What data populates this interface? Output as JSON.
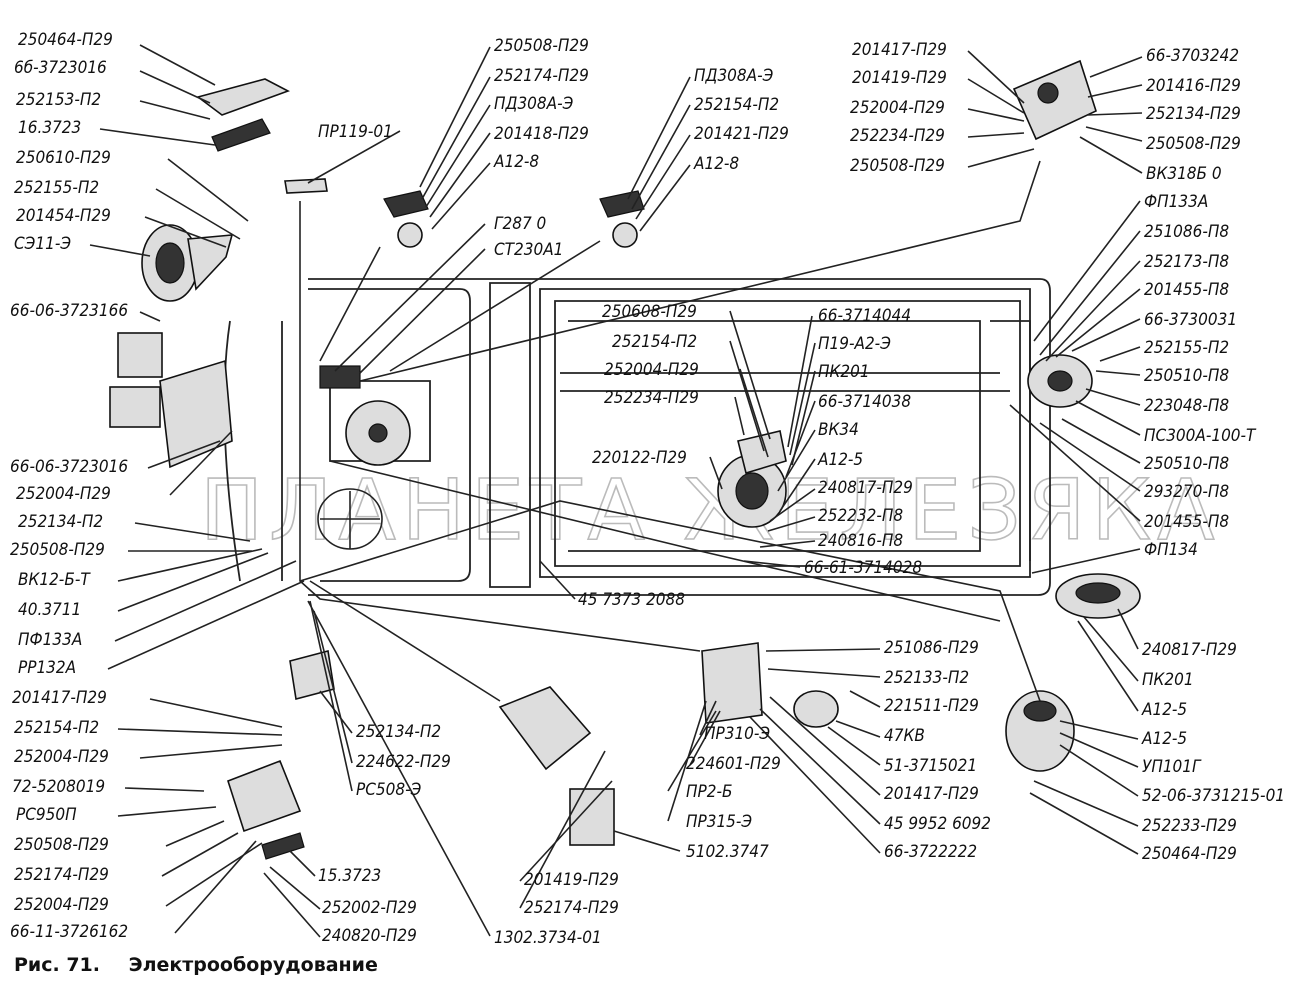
{
  "caption": {
    "number": "Рис.  71.",
    "title": "Электрооборудование"
  },
  "watermark": "ПЛАНЕТА ЖЕЛЕЗЯКА",
  "labels": [
    "250464-П29",
    "6б-3723016",
    "252153-П2",
    "16.3723",
    "250610-П29",
    "252155-П2",
    "201454-П29",
    "СЭ11-Э",
    "66-06-3723166",
    "66-06-3723016",
    "252004-П29",
    "252134-П2",
    "250508-П29",
    "ВК12-Б-Т",
    "40.3711",
    "ПФ133А",
    "РР132А",
    "201417-П29",
    "252154-П2",
    "252004-П29",
    "72-5208019",
    "РС950П",
    "250508-П29",
    "252174-П29",
    "252004-П29",
    "66-11-3726162",
    "ПР119-01",
    "250508-П29",
    "252174-П29",
    "ПД308А-Э",
    "201418-П29",
    "А12-8",
    "Г287 0",
    "СТ230А1",
    "ПД308А-Э",
    "252154-П2",
    "201421-П29",
    "А12-8",
    "201417-П29",
    "201419-П29",
    "252004-П29",
    "252234-П29",
    "250508-П29",
    "66-3703242",
    "201416-П29",
    "252134-П29",
    "250508-П29",
    "ВК318Б 0",
    "ФП133А",
    "251086-П8",
    "252173-П8",
    "201455-П8",
    "66-3730031",
    "252155-П2",
    "250510-П8",
    "223048-П8",
    "ПС300А-100-Т",
    "250510-П8",
    "293270-П8",
    "201455-П8",
    "ФП134",
    "250608-П29",
    "252154-П2",
    "252004-П29",
    "252234-П29",
    "220122-П29",
    "66-3714044",
    "П19-А2-Э",
    "ПК201",
    "66-3714038",
    "ВК34",
    "А12-5",
    "240817-П29",
    "252232-П8",
    "240816-П8",
    "66-61-3714028",
    "45 7373 2088",
    "240817-П29",
    "ПК201",
    "А12-5",
    "А12-5",
    "УП101Г",
    "52-06-3731215-01",
    "252233-П29",
    "250464-П29",
    "251086-П29",
    "252133-П2",
    "221511-П29",
    "47КВ",
    "51-3715021",
    "201417-П29",
    "45 9952 6092",
    "66-3722222",
    "ПР310-Э",
    "224601-П29",
    "ПР2-Б",
    "ПР315-Э",
    "5102.3747",
    "201419-П29",
    "252174-П29",
    "1302.3734-01",
    "252134-П2",
    "224622-П29",
    "РС508-Э",
    "15.3723",
    "252002-П29",
    "240820-П29"
  ]
}
